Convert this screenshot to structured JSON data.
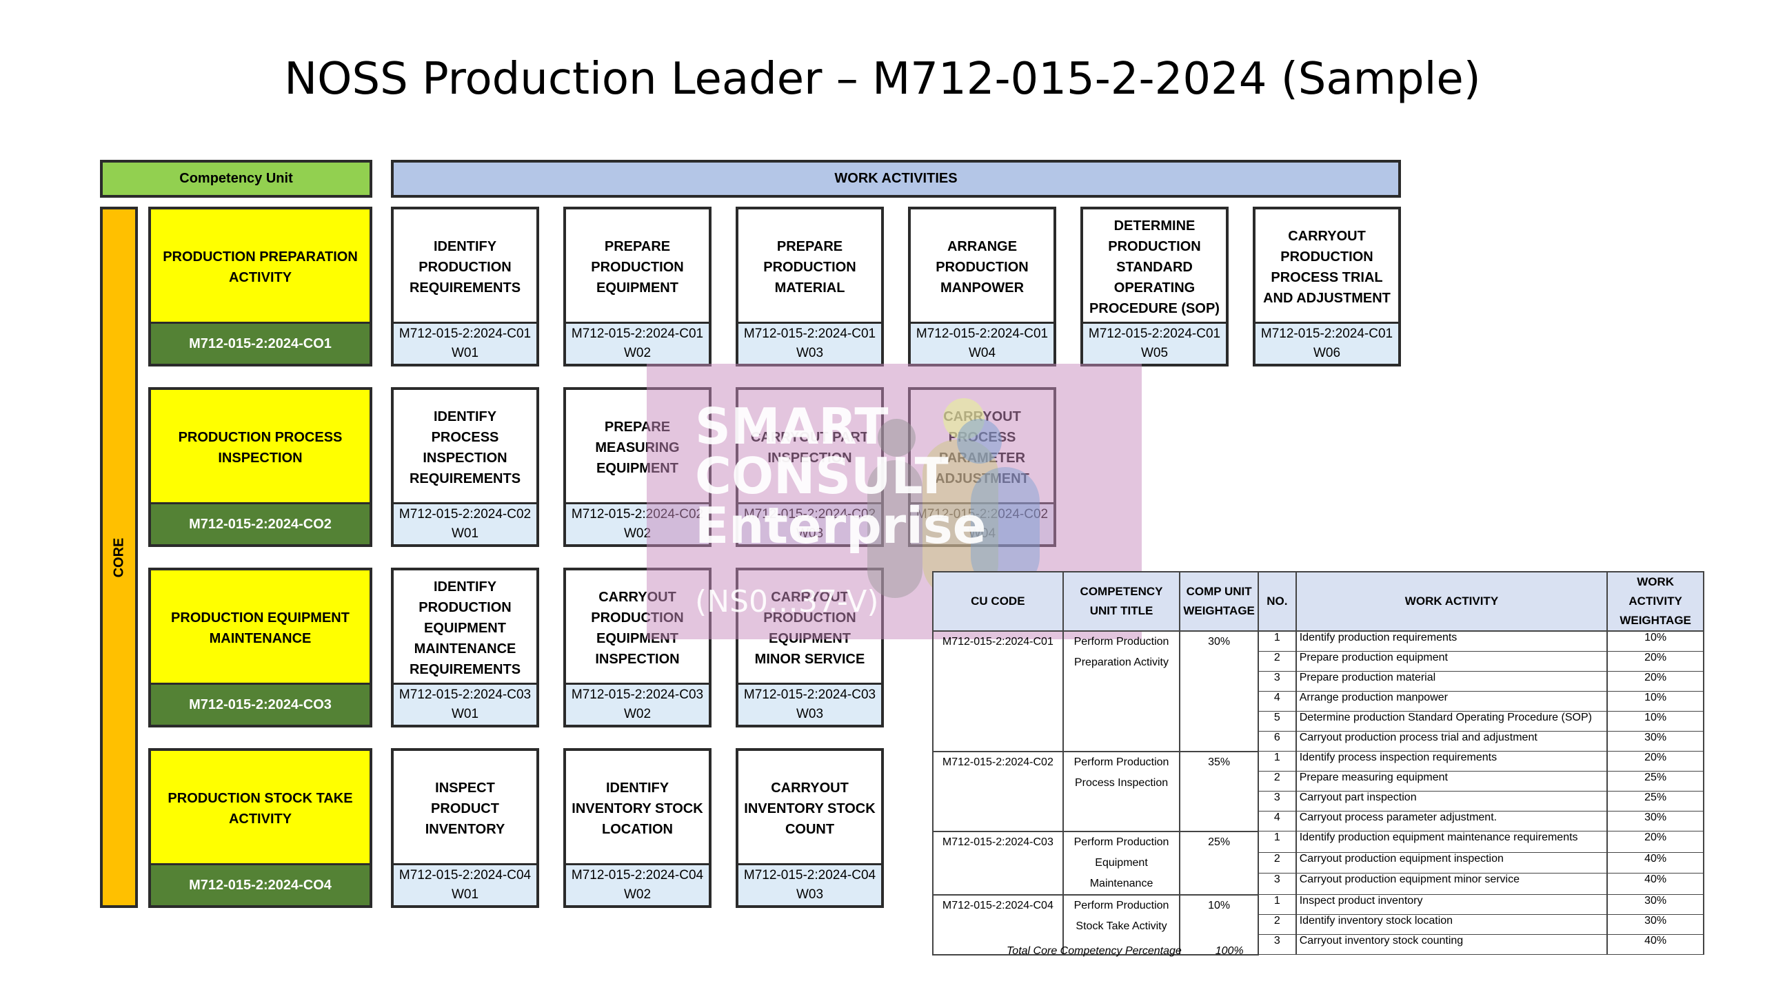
{
  "title": "NOSS Production Leader – M712-015-2-2024 (Sample)",
  "headers": {
    "competency_unit": "Competency Unit",
    "work_activities": "WORK ACTIVITIES"
  },
  "core_label": "CORE",
  "rows": [
    {
      "cu_title": "PRODUCTION PREPARATION ACTIVITY",
      "cu_code": "M712-015-2:2024-CO1",
      "activities": [
        {
          "title": "IDENTIFY PRODUCTION REQUIREMENTS",
          "code": "M712-015-2:2024-C01",
          "w": "W01"
        },
        {
          "title": "PREPARE PRODUCTION EQUIPMENT",
          "code": "M712-015-2:2024-C01",
          "w": "W02"
        },
        {
          "title": "PREPARE PRODUCTION MATERIAL",
          "code": "M712-015-2:2024-C01",
          "w": "W03"
        },
        {
          "title": "ARRANGE PRODUCTION MANPOWER",
          "code": "M712-015-2:2024-C01",
          "w": "W04"
        },
        {
          "title": "DETERMINE PRODUCTION STANDARD OPERATING PROCEDURE (SOP)",
          "code": "M712-015-2:2024-C01",
          "w": "W05"
        },
        {
          "title": "CARRYOUT PRODUCTION PROCESS TRIAL AND ADJUSTMENT",
          "code": "M712-015-2:2024-C01",
          "w": "W06"
        }
      ]
    },
    {
      "cu_title": "PRODUCTION PROCESS INSPECTION",
      "cu_code": "M712-015-2:2024-CO2",
      "activities": [
        {
          "title": "IDENTIFY PROCESS INSPECTION REQUIREMENTS",
          "code": "M712-015-2:2024-C02",
          "w": "W01"
        },
        {
          "title": "PREPARE MEASURING EQUIPMENT",
          "code": "M712-015-2:2024-C02",
          "w": "W02"
        },
        {
          "title": "CARRYOUT PART INSPECTION",
          "code": "M712-015-2:2024-C02",
          "w": "W03"
        },
        {
          "title": "CARRYOUT PROCESS PARAMETER ADJUSTMENT",
          "code": "M712-015-2:2024-C02",
          "w": "W04"
        }
      ]
    },
    {
      "cu_title": "PRODUCTION EQUIPMENT MAINTENANCE",
      "cu_code": "M712-015-2:2024-CO3",
      "activities": [
        {
          "title": "IDENTIFY PRODUCTION EQUIPMENT MAINTENANCE REQUIREMENTS",
          "code": "M712-015-2:2024-C03",
          "w": "W01"
        },
        {
          "title": "CARRYOUT PRODUCTION EQUIPMENT INSPECTION",
          "code": "M712-015-2:2024-C03",
          "w": "W02"
        },
        {
          "title": "CARRYOUT PRODUCTION EQUIPMENT MINOR SERVICE",
          "code": "M712-015-2:2024-C03",
          "w": "W03"
        }
      ]
    },
    {
      "cu_title": "PRODUCTION STOCK TAKE ACTIVITY",
      "cu_code": "M712-015-2:2024-CO4",
      "activities": [
        {
          "title": "INSPECT PRODUCT INVENTORY",
          "code": "M712-015-2:2024-C04",
          "w": "W01"
        },
        {
          "title": "IDENTIFY INVENTORY STOCK LOCATION",
          "code": "M712-015-2:2024-C04",
          "w": "W02"
        },
        {
          "title": "CARRYOUT INVENTORY STOCK COUNT",
          "code": "M712-015-2:2024-C04",
          "w": "W03"
        }
      ]
    }
  ],
  "watermark": {
    "line1": "SMART",
    "line2": "CONSULT",
    "line3": "Enterprise",
    "sub": "(NS0…37-V)"
  },
  "table": {
    "headers": [
      "CU CODE",
      "COMPETENCY UNIT TITLE",
      "COMP UNIT WEIGHTAGE",
      "NO.",
      "WORK ACTIVITY",
      "WORK ACTIVITY WEIGHTAGE"
    ],
    "groups": [
      {
        "code": "M712-015-2:2024-C01",
        "title": "Perform Production Preparation Activity",
        "weight": "30%",
        "items": [
          {
            "no": "1",
            "activity": "Identify production requirements",
            "weight": "10%"
          },
          {
            "no": "2",
            "activity": "Prepare production equipment",
            "weight": "20%"
          },
          {
            "no": "3",
            "activity": "Prepare production material",
            "weight": "20%"
          },
          {
            "no": "4",
            "activity": "Arrange production manpower",
            "weight": "10%"
          },
          {
            "no": "5",
            "activity": "Determine production Standard Operating Procedure (SOP)",
            "weight": "10%"
          },
          {
            "no": "6",
            "activity": "Carryout production process trial and adjustment",
            "weight": "30%"
          }
        ]
      },
      {
        "code": "M712-015-2:2024-C02",
        "title": "Perform Production Process Inspection",
        "weight": "35%",
        "items": [
          {
            "no": "1",
            "activity": "Identify process inspection requirements",
            "weight": "20%"
          },
          {
            "no": "2",
            "activity": "Prepare measuring equipment",
            "weight": "25%"
          },
          {
            "no": "3",
            "activity": "Carryout part inspection",
            "weight": "25%"
          },
          {
            "no": "4",
            "activity": "Carryout process parameter adjustment.",
            "weight": "30%"
          }
        ]
      },
      {
        "code": "M712-015-2:2024-C03",
        "title": "Perform Production Equipment Maintenance",
        "weight": "25%",
        "items": [
          {
            "no": "1",
            "activity": "Identify production equipment maintenance requirements",
            "weight": "20%"
          },
          {
            "no": "2",
            "activity": "Carryout production equipment inspection",
            "weight": "40%"
          },
          {
            "no": "3",
            "activity": "Carryout production equipment minor service",
            "weight": "40%"
          }
        ]
      },
      {
        "code": "M712-015-2:2024-C04",
        "title": "Perform Production Stock Take Activity",
        "weight": "10%",
        "items": [
          {
            "no": "1",
            "activity": "Inspect product inventory",
            "weight": "30%"
          },
          {
            "no": "2",
            "activity": "Identify inventory stock location",
            "weight": "30%"
          },
          {
            "no": "3",
            "activity": "Carryout inventory stock counting",
            "weight": "40%"
          }
        ]
      }
    ],
    "total_label": "Total Core Competency Percentage",
    "total_value": "100%"
  }
}
